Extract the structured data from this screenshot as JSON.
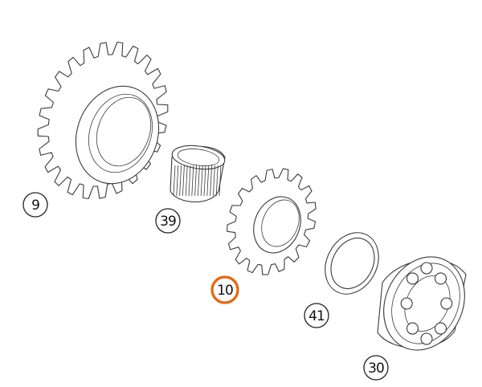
{
  "parts": [
    {
      "id": "gear-large",
      "callout": "9"
    },
    {
      "id": "needle-bearing",
      "callout": "39"
    },
    {
      "id": "gear-small",
      "callout": "10",
      "highlighted": true
    },
    {
      "id": "thrust-washer",
      "callout": "41"
    },
    {
      "id": "ball-bearing",
      "callout": "30"
    }
  ],
  "colors": {
    "line": "#3a3a3a",
    "highlight": "#e8650a",
    "background": "#ffffff"
  }
}
